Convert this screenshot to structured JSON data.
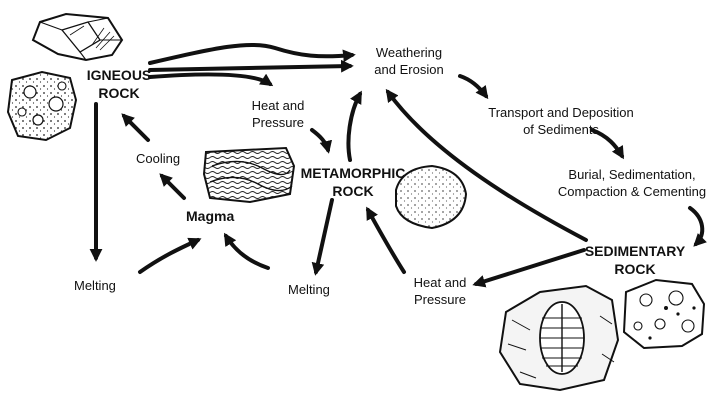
{
  "colors": {
    "ink": "#111111",
    "paper": "#ffffff",
    "rock_fill": "#f4f4f4"
  },
  "labels": {
    "igneous": [
      "IGNEOUS",
      "ROCK"
    ],
    "metamorphic": [
      "METAMORPHIC",
      "ROCK"
    ],
    "sedimentary": [
      "SEDIMENTARY",
      "ROCK"
    ],
    "weathering": [
      "Weathering",
      "and Erosion"
    ],
    "transport": [
      "Transport and Deposition",
      "of Sediments"
    ],
    "burial": [
      "Burial, Sedimentation,",
      "Compaction & Cementing"
    ],
    "heat_pressure_top": [
      "Heat and",
      "Pressure"
    ],
    "heat_pressure_bottom": [
      "Heat and",
      "Pressure"
    ],
    "cooling": "Cooling",
    "magma": "Magma",
    "melting_left": "Melting",
    "melting_mid": "Melting"
  },
  "illustrations": [
    "igneous-crystal-icon",
    "igneous-porphyry-icon",
    "metamorphic-foliated-rock-icon",
    "metamorphic-speckled-rock-icon",
    "trilobite-fossil-icon",
    "conglomerate-rock-icon"
  ]
}
